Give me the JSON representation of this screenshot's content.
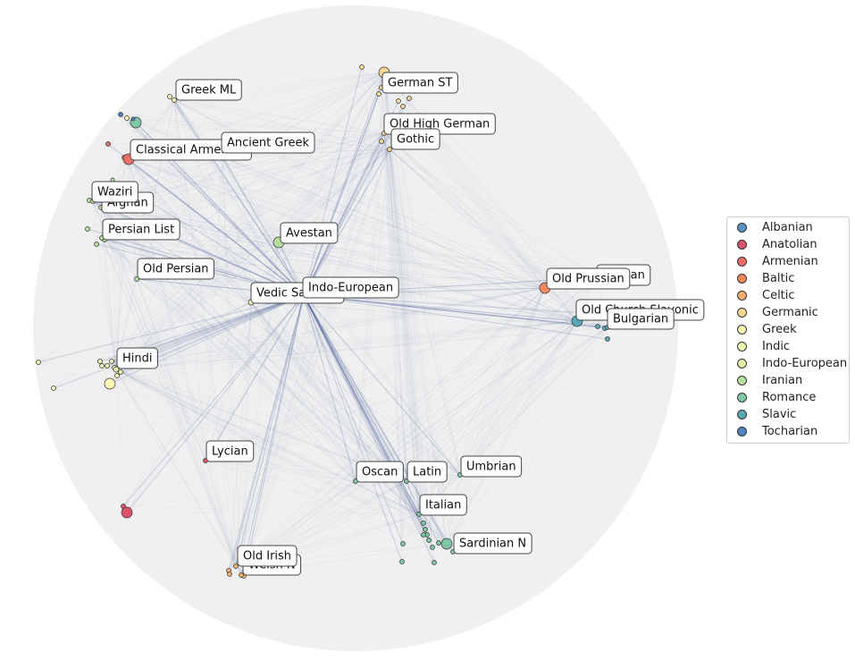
{
  "diagram": {
    "background_color": "#f0f0f0",
    "edge_color": "#4a5f9b",
    "group_colors": {
      "Albanian": "#5b8fc7",
      "Anatolian": "#d9546c",
      "Armenian": "#ea6f66",
      "Baltic": "#f1895c",
      "Celtic": "#f4b072",
      "Germanic": "#f8d696",
      "Greek": "#fbf5b4",
      "Indic": "#eef7b2",
      "Indo-European": "#e2f1a8",
      "Iranian": "#b6df9e",
      "Romance": "#80c7a6",
      "Slavic": "#5aa9b9",
      "Tocharian": "#4e83be"
    },
    "labels": [
      {
        "id": "greek_ml",
        "text": "Greek ML"
      },
      {
        "id": "german_st",
        "text": "German ST"
      },
      {
        "id": "old_high_german",
        "text": "Old High German"
      },
      {
        "id": "gothic",
        "text": "Gothic"
      },
      {
        "id": "classical_armenian",
        "text": "Classical Armenian"
      },
      {
        "id": "ancient_greek",
        "text": "Ancient Greek"
      },
      {
        "id": "afghan",
        "text": "Afghan"
      },
      {
        "id": "waziri",
        "text": "Waziri"
      },
      {
        "id": "persian_list",
        "text": "Persian List"
      },
      {
        "id": "avestan",
        "text": "Avestan"
      },
      {
        "id": "old_persian",
        "text": "Old Persian"
      },
      {
        "id": "vedic_sanskrit",
        "text": "Vedic Sanskrit"
      },
      {
        "id": "indo_european",
        "text": "Indo-European"
      },
      {
        "id": "latvian",
        "text": "Latvian"
      },
      {
        "id": "old_prussian",
        "text": "Old Prussian"
      },
      {
        "id": "old_church_slavonic",
        "text": "Old Church Slavonic"
      },
      {
        "id": "bulgarian",
        "text": "Bulgarian"
      },
      {
        "id": "hindi",
        "text": "Hindi"
      },
      {
        "id": "lycian",
        "text": "Lycian"
      },
      {
        "id": "umbrian",
        "text": "Umbrian"
      },
      {
        "id": "oscan",
        "text": "Oscan"
      },
      {
        "id": "latin",
        "text": "Latin"
      },
      {
        "id": "italian",
        "text": "Italian"
      },
      {
        "id": "sardinian_n",
        "text": "Sardinian N"
      },
      {
        "id": "welsh_n",
        "text": "Welsh N"
      },
      {
        "id": "old_irish",
        "text": "Old Irish"
      }
    ]
  },
  "legend": {
    "items": [
      {
        "label": "Albanian",
        "color": "#5b8fc7"
      },
      {
        "label": "Anatolian",
        "color": "#d9546c"
      },
      {
        "label": "Armenian",
        "color": "#ea6f66"
      },
      {
        "label": "Baltic",
        "color": "#f1895c"
      },
      {
        "label": "Celtic",
        "color": "#f4b072"
      },
      {
        "label": "Germanic",
        "color": "#f8d696"
      },
      {
        "label": "Greek",
        "color": "#fbf5b4"
      },
      {
        "label": "Indic",
        "color": "#eef7b2"
      },
      {
        "label": "Indo-European",
        "color": "#e2f1a8"
      },
      {
        "label": "Iranian",
        "color": "#b6df9e"
      },
      {
        "label": "Romance",
        "color": "#80c7a6"
      },
      {
        "label": "Slavic",
        "color": "#5aa9b9"
      },
      {
        "label": "Tocharian",
        "color": "#4e83be"
      }
    ]
  }
}
